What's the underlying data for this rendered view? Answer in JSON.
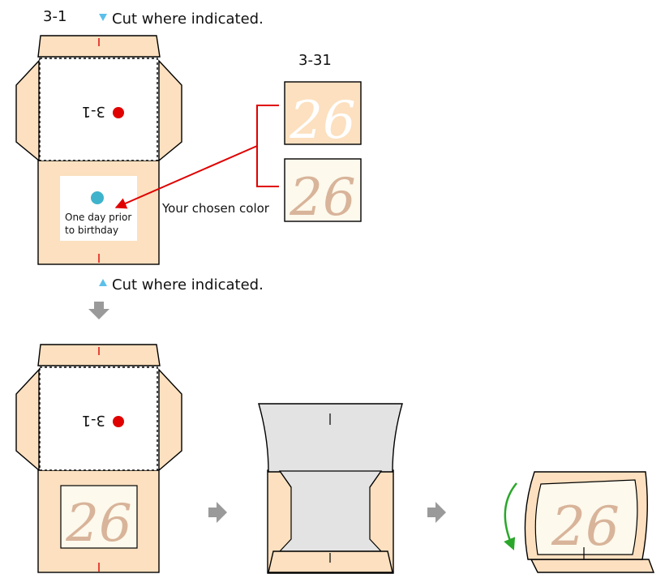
{
  "step_label": "3-1",
  "cut_note_top": "Cut where indicated.",
  "cut_note_bottom": "Cut where indicated.",
  "sheet_label": "3-31",
  "center_mark_text": "3-1",
  "birthday_note_line1": "One day prior",
  "birthday_note_line2": "to birthday",
  "chosen_color_label": "Your chosen color",
  "date_number": "26",
  "colors": {
    "tan": "#fce0bf",
    "cream": "#fdf9ec",
    "number_brown": "#d8b49a",
    "red": "#e00000",
    "blue_dot": "#3fb3cc",
    "triangle_blue": "#5bc0ea",
    "green": "#2aa72a",
    "gray_arrow": "#9a9a9a",
    "light_gray": "#e3e3e3"
  }
}
